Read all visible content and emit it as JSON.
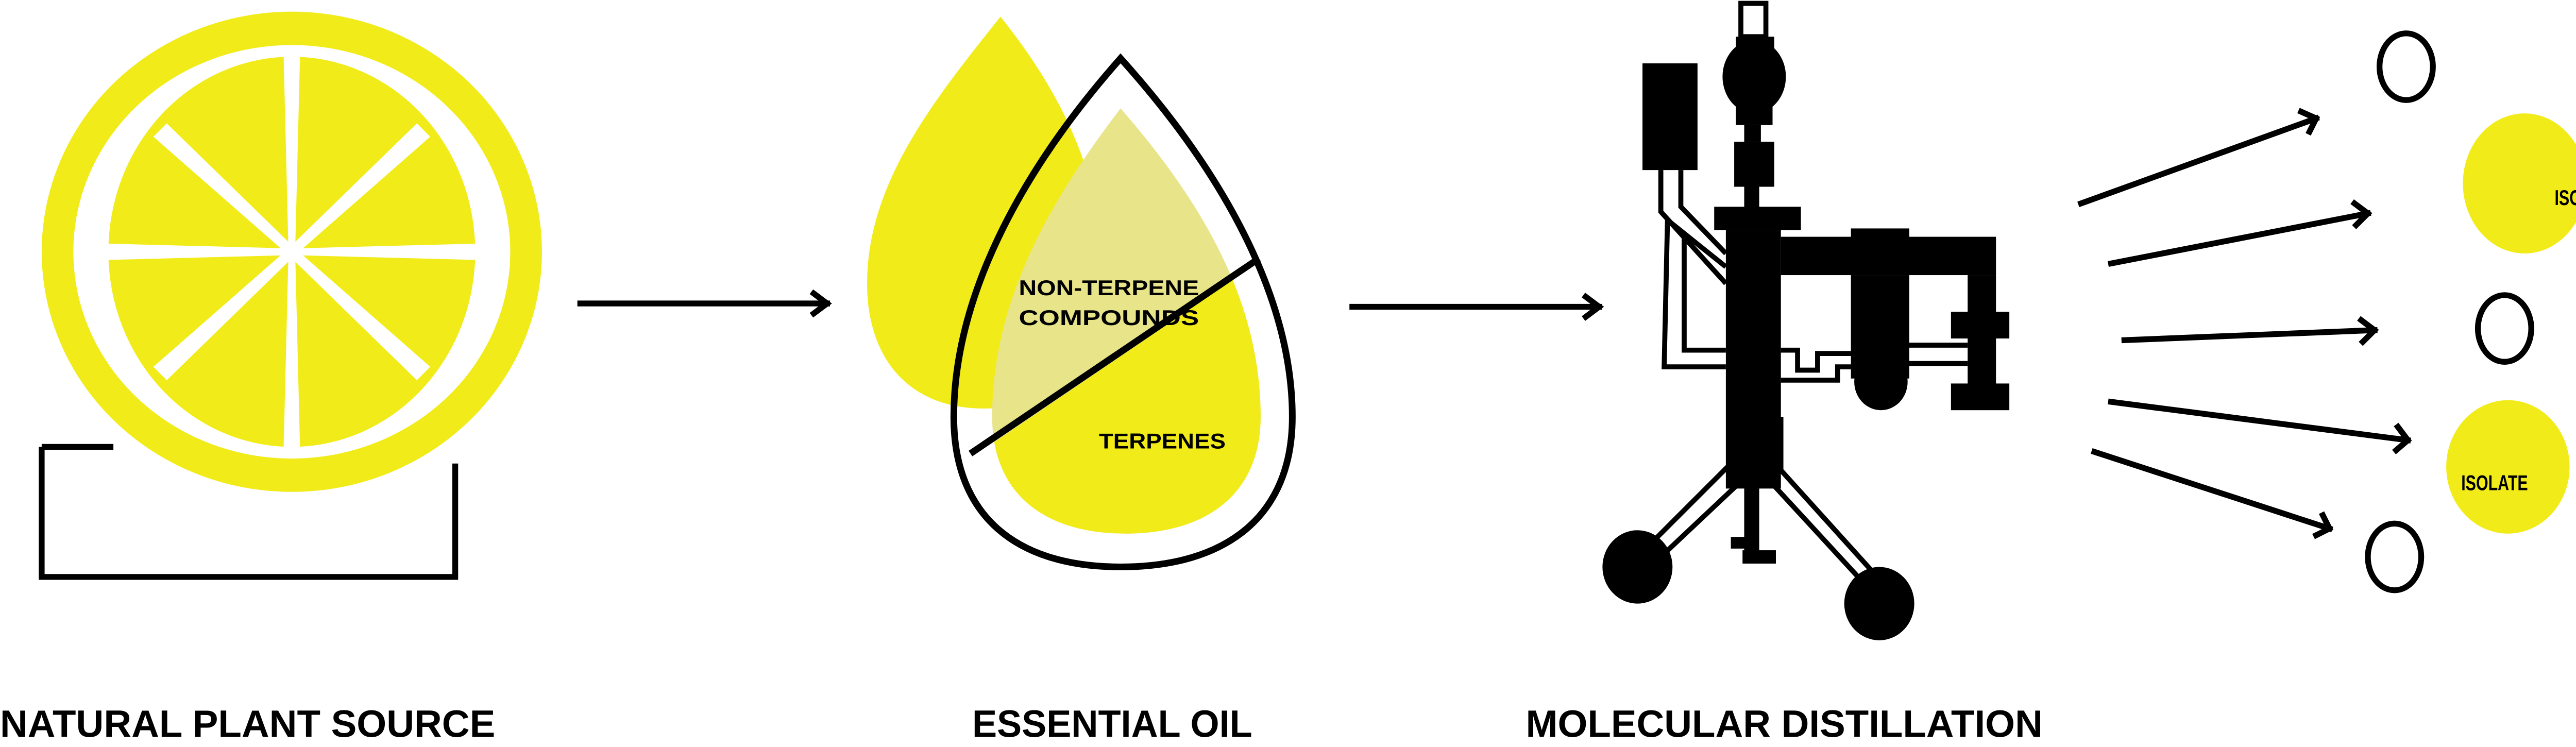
{
  "colors": {
    "yellow": "#f2eb1a",
    "khaki": "#e8e48a",
    "ink": "#000000"
  },
  "steps": [
    {
      "label": "NATURAL PLANT SOURCE",
      "icon": "lemon-slice-icon"
    },
    {
      "label": "ESSENTIAL OIL",
      "icon": "oil-drop-icon"
    },
    {
      "label": "MOLECULAR DISTILLATION",
      "icon": "distillation-apparatus-icon"
    }
  ],
  "oil": {
    "upper_label_1": "NON-TERPENE",
    "upper_label_2": "COMPOUNDS",
    "lower_label": "TERPENES"
  },
  "outputs": [
    {
      "type": "empty"
    },
    {
      "type": "isolate",
      "label": "ISOLATE"
    },
    {
      "type": "empty"
    },
    {
      "type": "isolate",
      "label": "ISOLATE"
    },
    {
      "type": "empty"
    }
  ]
}
